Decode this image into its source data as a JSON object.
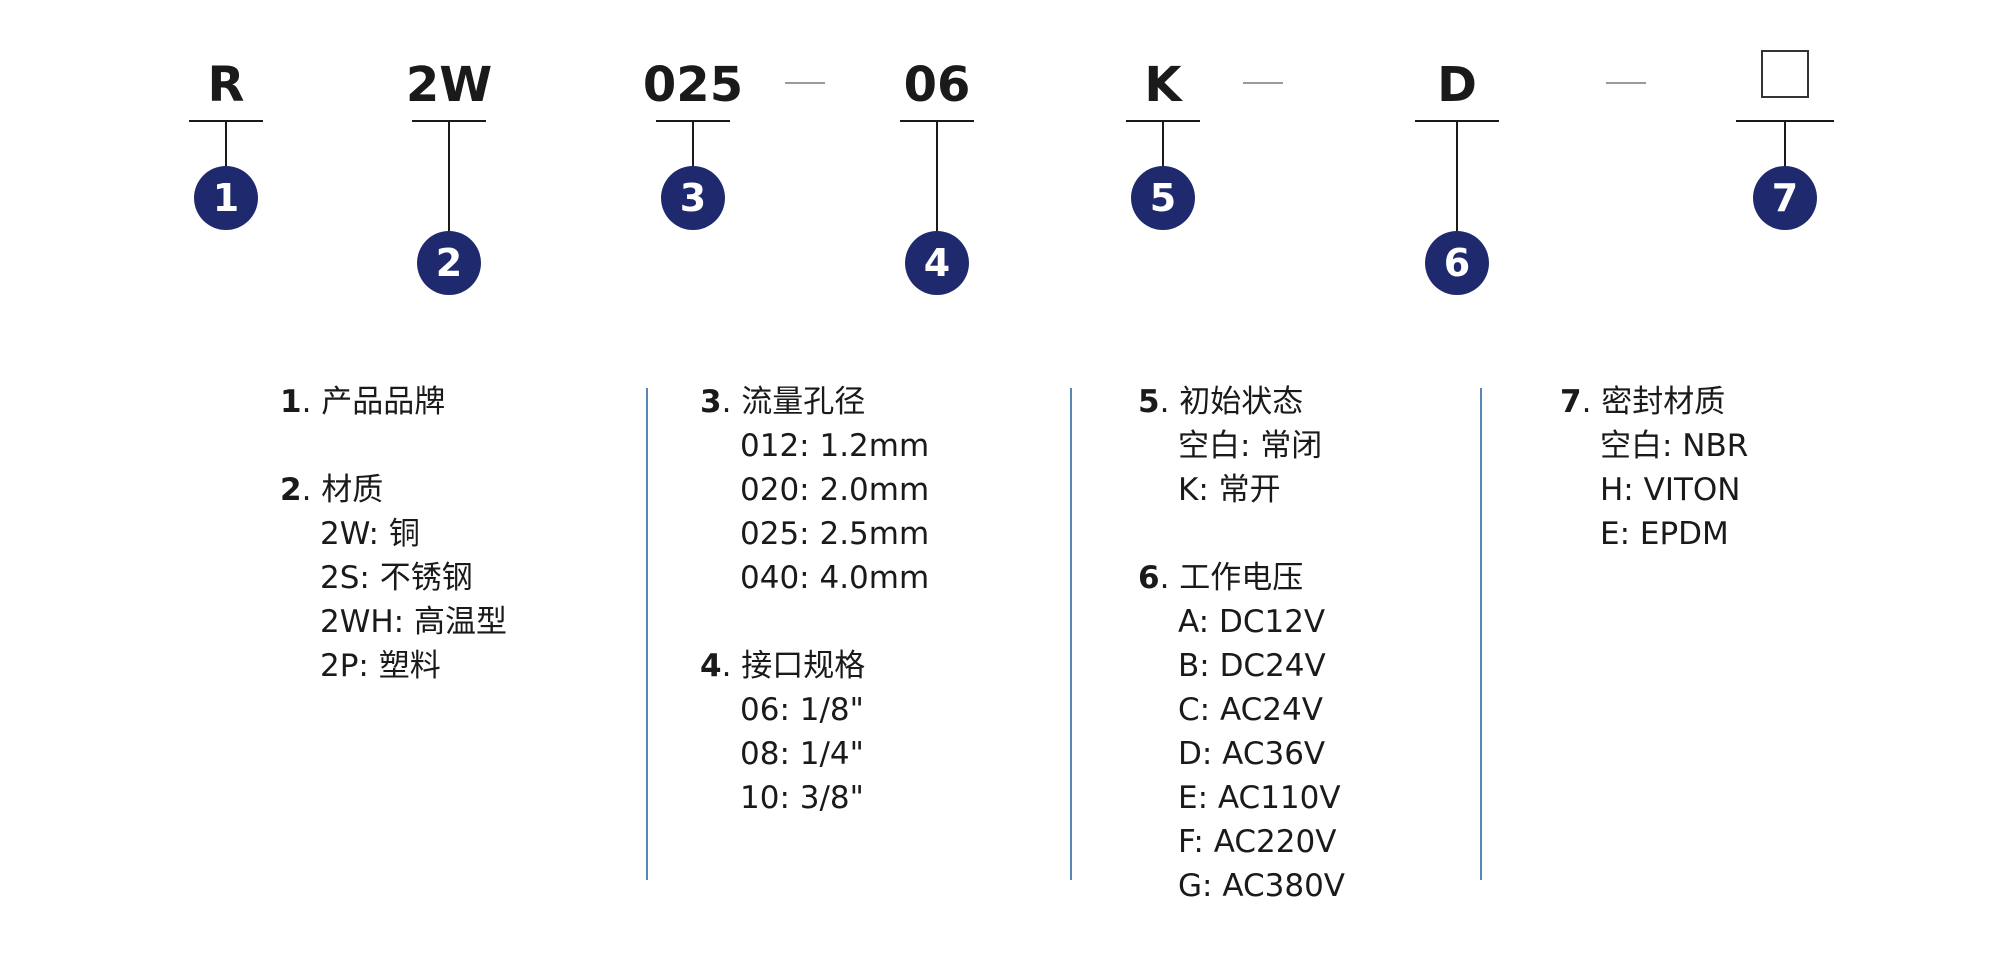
{
  "colors": {
    "badge": "#1f2a6e",
    "line": "#1a1a1a",
    "divider": "#5a86b3",
    "dash": "#9a9a9a",
    "text": "#1a1a1a"
  },
  "code": {
    "segments": [
      {
        "text": "R",
        "badge": "1"
      },
      {
        "text": "2W",
        "badge": "2"
      },
      {
        "text": "025",
        "badge": "3"
      },
      {
        "text": "06",
        "badge": "4"
      },
      {
        "text": "K",
        "badge": "5"
      },
      {
        "text": "D",
        "badge": "6"
      },
      {
        "text": "",
        "badge": "7",
        "placeholder_box": true
      }
    ],
    "separator": "—"
  },
  "legend": [
    [
      {
        "num": "1",
        "title": "产品品牌",
        "items": []
      },
      {
        "num": "2",
        "title": "材质",
        "items": [
          "2W: 铜",
          "2S: 不锈钢",
          "2WH: 高温型",
          "2P: 塑料"
        ]
      }
    ],
    [
      {
        "num": "3",
        "title": "流量孔径",
        "items": [
          "012: 1.2mm",
          "020: 2.0mm",
          "025: 2.5mm",
          "040: 4.0mm"
        ]
      },
      {
        "num": "4",
        "title": "接口规格",
        "items": [
          "06: 1/8\"",
          "08: 1/4\"",
          "10: 3/8\""
        ]
      }
    ],
    [
      {
        "num": "5",
        "title": "初始状态",
        "items": [
          "空白: 常闭",
          "K: 常开"
        ]
      },
      {
        "num": "6",
        "title": "工作电压",
        "items": [
          "A: DC12V",
          "B: DC24V",
          "C: AC24V",
          "D: AC36V",
          "E: AC110V",
          "F: AC220V",
          "G: AC380V"
        ]
      }
    ],
    [
      {
        "num": "7",
        "title": "密封材质",
        "items": [
          "空白: NBR",
          "H: VITON",
          "E: EPDM"
        ]
      }
    ]
  ]
}
